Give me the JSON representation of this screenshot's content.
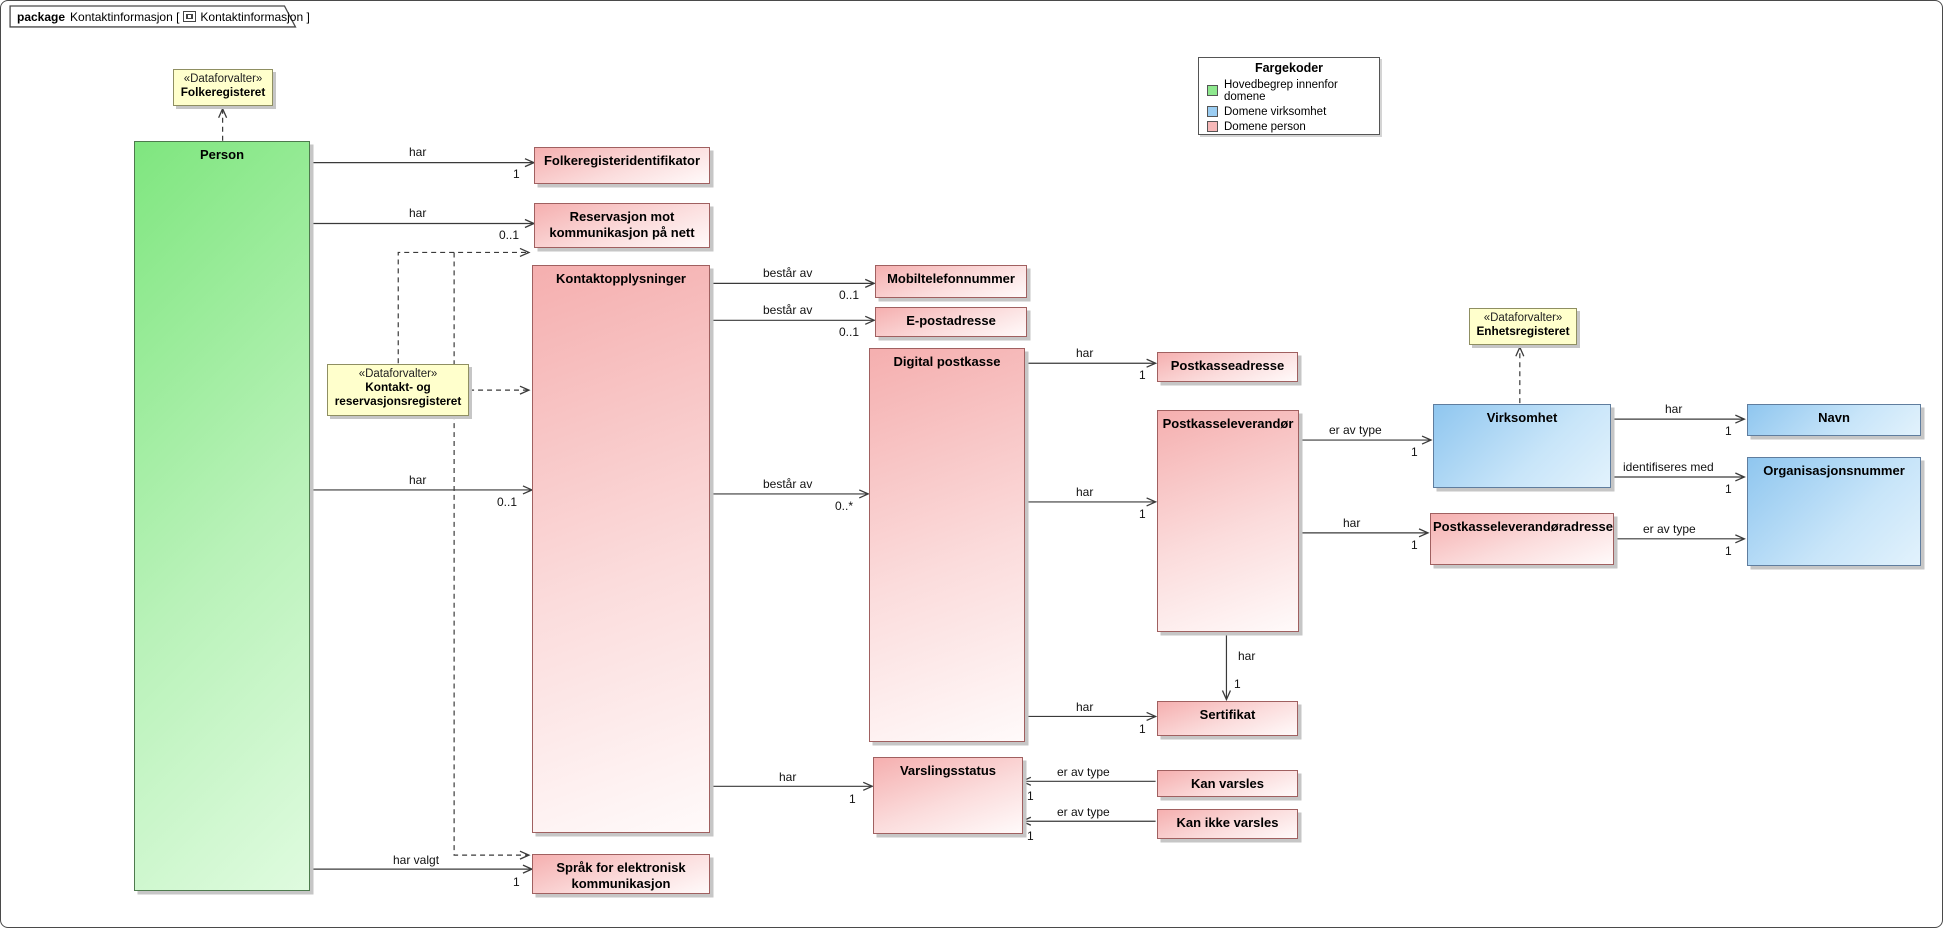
{
  "package_tab": {
    "keyword": "package",
    "name": "Kontaktinformasjon [",
    "diagram_ref": "Kontaktinformasjon ]"
  },
  "legend": {
    "title": "Fargekoder",
    "items": [
      {
        "label": "Hovedbegrep innenfor domene",
        "color": "#8ee88e"
      },
      {
        "label": "Domene virksomhet",
        "color": "#9bcdf2"
      },
      {
        "label": "Domene person",
        "color": "#f6b8b8"
      }
    ]
  },
  "notes": [
    {
      "stereotype": "«Dataforvalter»",
      "name": "Folkeregisteret"
    },
    {
      "stereotype": "«Dataforvalter»",
      "name": "Kontakt- og reservasjonsregisteret"
    },
    {
      "stereotype": "«Dataforvalter»",
      "name": "Enhetsregisteret"
    }
  ],
  "nodes": [
    {
      "label": "Person",
      "domain": "green"
    },
    {
      "label": "Folkeregisteridentifikator",
      "domain": "pink"
    },
    {
      "label": "Reservasjon mot kommunikasjon på nett",
      "domain": "pink"
    },
    {
      "label": "Kontaktopplysninger",
      "domain": "pink"
    },
    {
      "label": "Mobiltelefonnummer",
      "domain": "pink"
    },
    {
      "label": "E-postadresse",
      "domain": "pink"
    },
    {
      "label": "Digital postkasse",
      "domain": "pink"
    },
    {
      "label": "Postkasseadresse",
      "domain": "pink"
    },
    {
      "label": "Postkasseleverandør",
      "domain": "pink"
    },
    {
      "label": "Sertifikat",
      "domain": "pink"
    },
    {
      "label": "Varslingsstatus",
      "domain": "pink"
    },
    {
      "label": "Kan varsles",
      "domain": "pink"
    },
    {
      "label": "Kan ikke varsles",
      "domain": "pink"
    },
    {
      "label": "Språk for elektronisk kommunikasjon",
      "domain": "pink"
    },
    {
      "label": "Virksomhet",
      "domain": "blue"
    },
    {
      "label": "Navn",
      "domain": "blue"
    },
    {
      "label": "Organisasjonsnummer",
      "domain": "blue"
    },
    {
      "label": "Postkasseleverandøradresse",
      "domain": "pink"
    }
  ],
  "edges": [
    {
      "label": "har",
      "mult": "1"
    },
    {
      "label": "har",
      "mult": "0..1"
    },
    {
      "label": "har",
      "mult": "0..1"
    },
    {
      "label": "har valgt",
      "mult": "1"
    },
    {
      "label": "består av",
      "mult": "0..1"
    },
    {
      "label": "består av",
      "mult": "0..1"
    },
    {
      "label": "består av",
      "mult": "0..*"
    },
    {
      "label": "har",
      "mult": "1"
    },
    {
      "label": "har",
      "mult": "1"
    },
    {
      "label": "har",
      "mult": "1"
    },
    {
      "label": "har",
      "mult": "1"
    },
    {
      "label": "har",
      "mult": "1"
    },
    {
      "label": "er av type",
      "mult": "1"
    },
    {
      "label": "har",
      "mult": "1"
    },
    {
      "label": "har",
      "mult": "1"
    },
    {
      "label": "identifiseres med",
      "mult": "1"
    },
    {
      "label": "er av type",
      "mult": "1"
    },
    {
      "label": "er av type",
      "mult": "1"
    },
    {
      "label": "er av type",
      "mult": "1"
    }
  ]
}
